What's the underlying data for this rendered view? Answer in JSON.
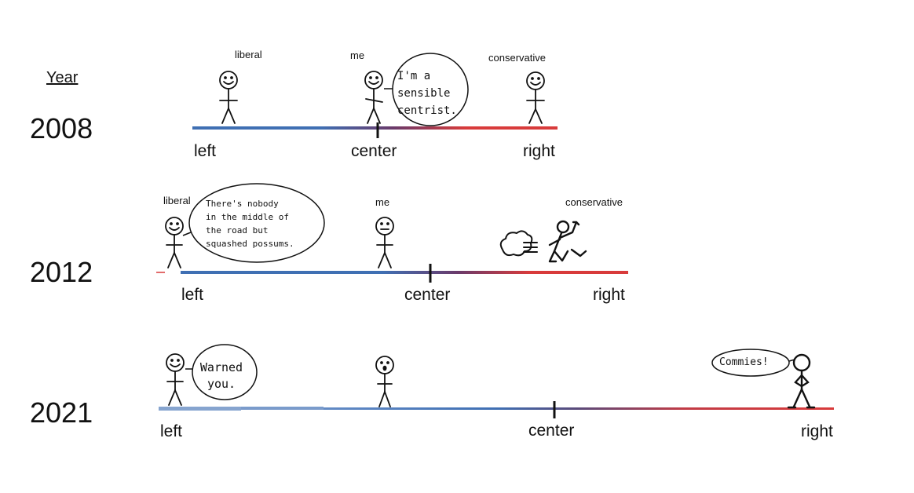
{
  "heading": "Year",
  "rows": [
    {
      "year": "2008",
      "left": "left",
      "center": "center",
      "right": "right",
      "liberal": "liberal",
      "me": "me",
      "conservative": "conservative",
      "speech": [
        "I'm a",
        "sensible",
        "centrist."
      ]
    },
    {
      "year": "2012",
      "left": "left",
      "center": "center",
      "right": "right",
      "liberal": "liberal",
      "me": "me",
      "conservative": "conservative",
      "speech": [
        "There's nobody",
        "in the middle of",
        "the road but",
        "squashed possums."
      ]
    },
    {
      "year": "2021",
      "left": "left",
      "center": "center",
      "right": "right",
      "speech_left": [
        "Warned",
        "you."
      ],
      "speech_right": "Commies!"
    }
  ],
  "colors": {
    "left": "#3f6fb3",
    "right": "#d83b3b",
    "ink": "#111111"
  }
}
